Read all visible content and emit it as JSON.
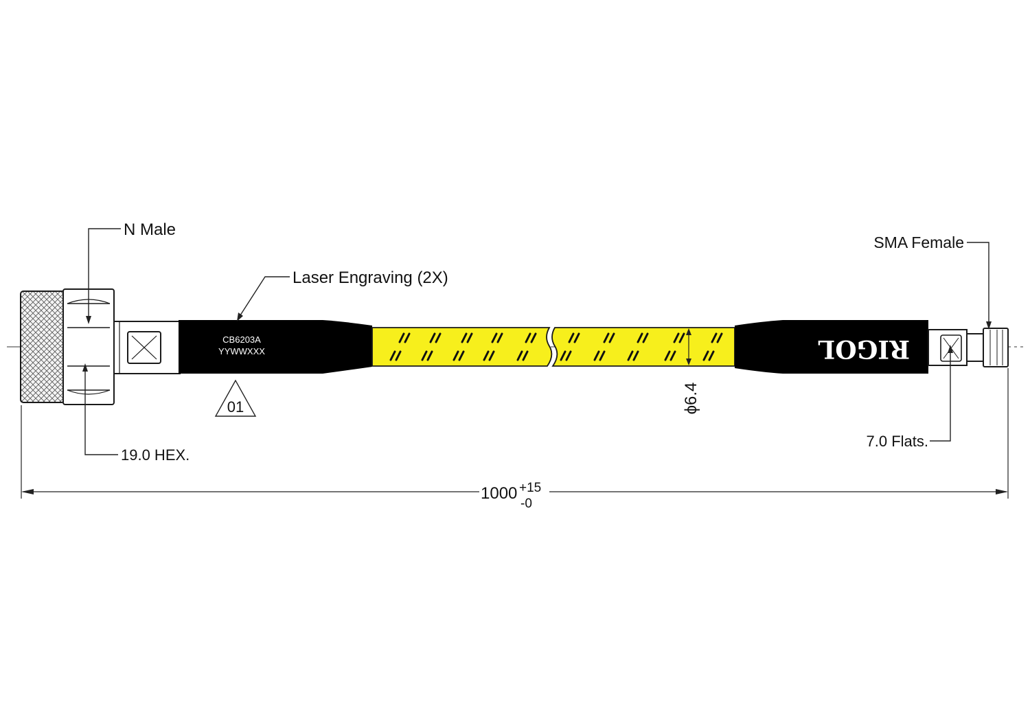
{
  "labels": {
    "n_male": "N Male",
    "laser_engraving": "Laser Engraving (2X)",
    "sma_female": "SMA Female",
    "hex": "19.0 HEX.",
    "flats": "7.0 Flats.",
    "diameter": "ϕ6.4",
    "length_main": "1000",
    "length_plus": "+15",
    "length_minus": "-0",
    "note_number": "01"
  },
  "engraving": {
    "part_number": "CB6203A",
    "date_code": "YYWWXXX"
  },
  "brand": {
    "logo_text": "RIGOL"
  },
  "colors": {
    "cable_jacket": "#f7ef1c",
    "boot": "#000000",
    "line": "#1a1a1a"
  }
}
